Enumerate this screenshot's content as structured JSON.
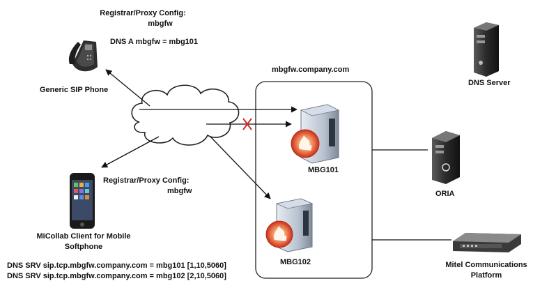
{
  "phone": {
    "config_title": "Registrar/Proxy Config:",
    "config_value": "mbgfw",
    "dns_a": "DNS A mbgfw = mbg101",
    "label": "Generic SIP Phone",
    "icon": "desk-phone-icon"
  },
  "mobile": {
    "config_title": "Registrar/Proxy Config:",
    "config_value": "mbgfw",
    "label_line1": "MiCollab Client for Mobile",
    "label_line2": "Softphone",
    "icon": "smartphone-icon",
    "dns_srv": [
      "DNS SRV sip.tcp.mbgfw.company.com = mbg101 [1,10,5060]",
      "DNS SRV sip.tcp.mbgfw.company.com = mbg102 [2,10,5060]"
    ]
  },
  "cluster": {
    "title": "mbgfw.company.com",
    "mbg101": "MBG101",
    "mbg102": "MBG102"
  },
  "servers": {
    "dns": "DNS Server",
    "oria": "ORIA",
    "mitel_line1": "Mitel Communications",
    "mitel_line2": "Platform"
  },
  "colors": {
    "flame_red": "#d9452b",
    "failed_link": "#d42a2a",
    "tower": "#2b2b2b",
    "line": "#111111"
  }
}
